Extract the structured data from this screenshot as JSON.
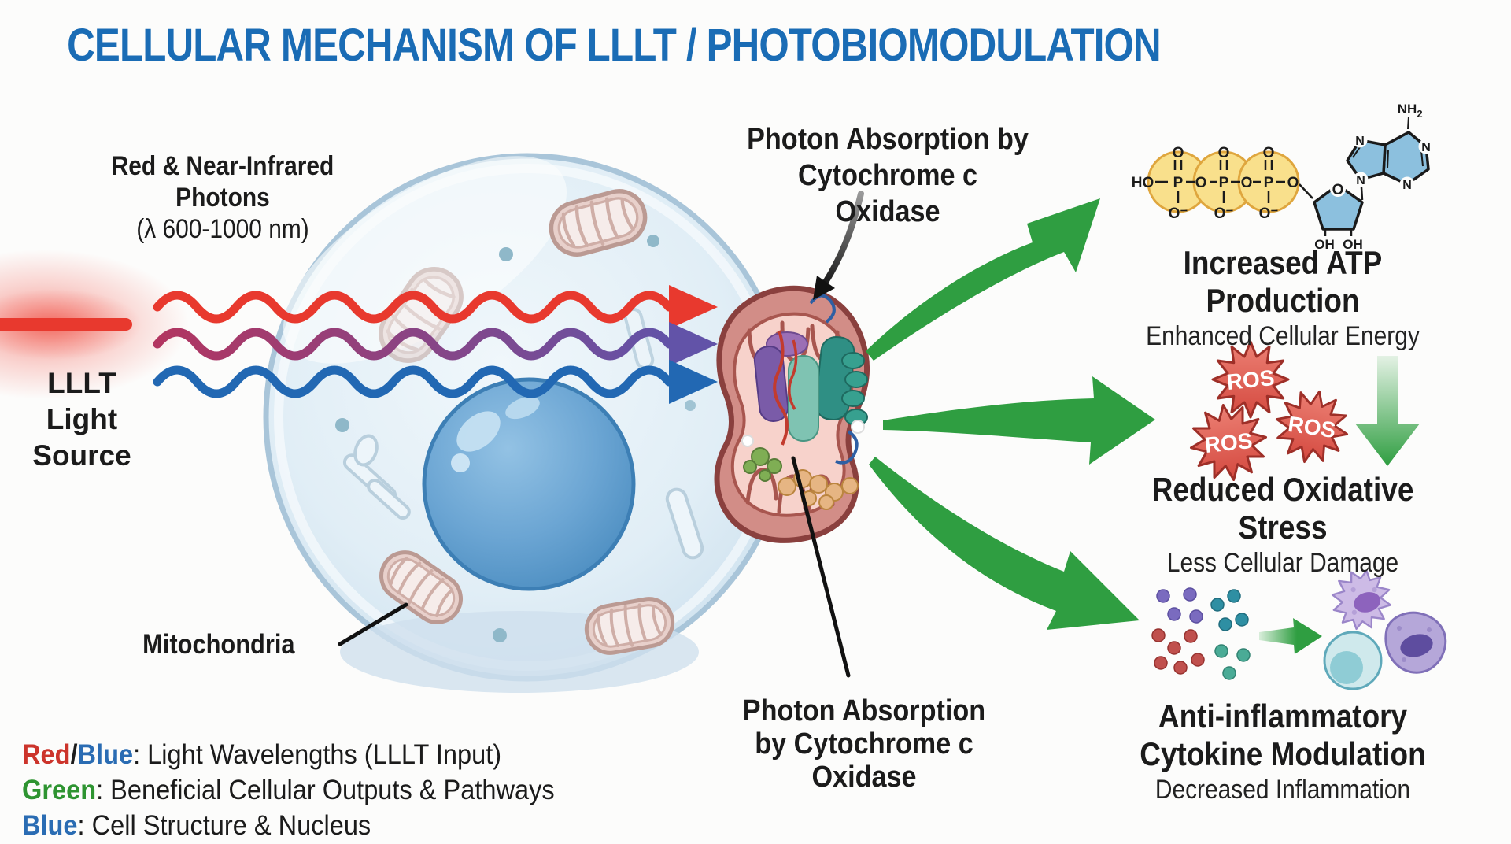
{
  "title": "CELLULAR MECHANISM OF LLLT / PHOTOBIOMODULATION",
  "colors": {
    "title_blue": "#1a6cb5",
    "wave_red": "#e8392e",
    "wave_purple_left": "#b23560",
    "wave_purple_right": "#6253a8",
    "wave_blue": "#2268b3",
    "green": "#2f9e41",
    "legend_red": "#cc342b",
    "legend_blue": "#2a6cb3",
    "legend_green": "#2e9431",
    "ros_red": "#dd5f55",
    "atp_yellow": "#f9e08c",
    "cell_blue": "#d6e7f2",
    "nucleus_blue": "#5795c8"
  },
  "left_panel": {
    "photons_line1": "Red & Near-Infrared",
    "photons_line2": "Photons",
    "photons_line3": "(λ 600-1000 nm)",
    "source_line1": "LLLT",
    "source_line2": "Light",
    "source_line3": "Source"
  },
  "cell": {
    "mitochondria_label": "Mitochondria"
  },
  "absorption_top": {
    "line1": "Photon Absorption by",
    "line2": "Cytochrome c Oxidase"
  },
  "absorption_bottom": {
    "line1": "Photon Absorption",
    "line2": "by Cytochrome c Oxidase"
  },
  "outcomes": {
    "atp": {
      "title": "Increased ATP Production",
      "subtitle": "Enhanced Cellular Energy"
    },
    "ros": {
      "title": "Reduced Oxidative Stress",
      "subtitle": "Less Cellular Damage",
      "badge": "ROS"
    },
    "inflammation": {
      "title_line1": "Anti-inflammatory",
      "title_line2": "Cytokine Modulation",
      "subtitle": "Decreased Inflammation"
    }
  },
  "legend": {
    "line1": {
      "red": "Red",
      "slash": "/",
      "blue": "Blue",
      "rest": ": Light Wavelengths (LLLT Input)"
    },
    "line2": {
      "green": "Green",
      "rest": ": Beneficial Cellular Outputs & Pathways"
    },
    "line3": {
      "blue": "Blue",
      "rest": ": Cell Structure & Nucleus"
    }
  },
  "atp_molecule": {
    "ho": "HO",
    "p": "P",
    "o": "O",
    "o_minus": "O⁻",
    "oh": "OH",
    "ribose_o": "O",
    "n": "N",
    "nh": "NH",
    "sub2": "2"
  }
}
